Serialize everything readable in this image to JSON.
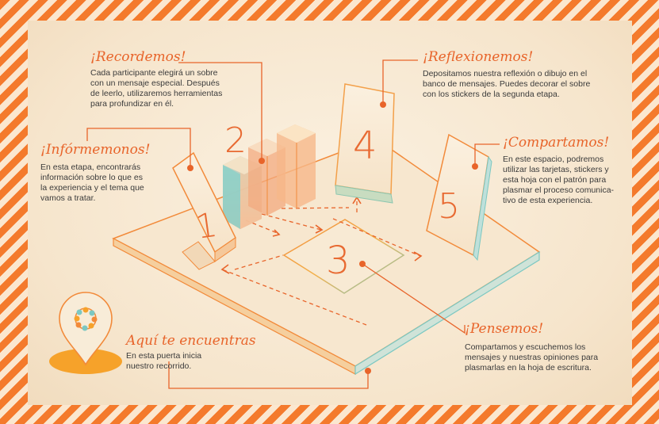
{
  "stages": [
    {
      "id": "1",
      "title": "¡Infórmemonos!",
      "text": "En esta etapa, encontrarás\ninformación sobre lo que es\nla experiencia y el tema que\nvamos a tratar."
    },
    {
      "id": "2",
      "title": "¡Recordemos!",
      "text": "Cada participante elegirá un sobre\ncon un mensaje especial. Después\nde leerlo, utilizaremos herramientas\npara profundizar en él."
    },
    {
      "id": "3",
      "title": "¡Pensemos!",
      "text": "Compartamos y escuchemos los\nmensajes y nuestras opiniones para\nplasmarlas en la hoja de escritura."
    },
    {
      "id": "4",
      "title": "¡Reflexionemos!",
      "text": "Depositamos nuestra reflexión o dibujo en el\nbanco de mensajes. Puedes decorar el sobre\ncon los stickers de la segunda etapa."
    },
    {
      "id": "5",
      "title": "¡Compartamos!",
      "text": "En este espacio, podremos\nutilizar las tarjetas, stickers y\nesta hoja con el patrón para\nplasmar el proceso comunica-\ntivo de esta experiencia."
    }
  ],
  "location": {
    "title": "Aquí te encuentras",
    "text": "En esta puerta inicia\nnuestro recorrido."
  },
  "colors": {
    "accent": "#e8642a",
    "stripe": "#f47a2c",
    "background": "#f8ead4",
    "pin": "#f6a22a"
  }
}
